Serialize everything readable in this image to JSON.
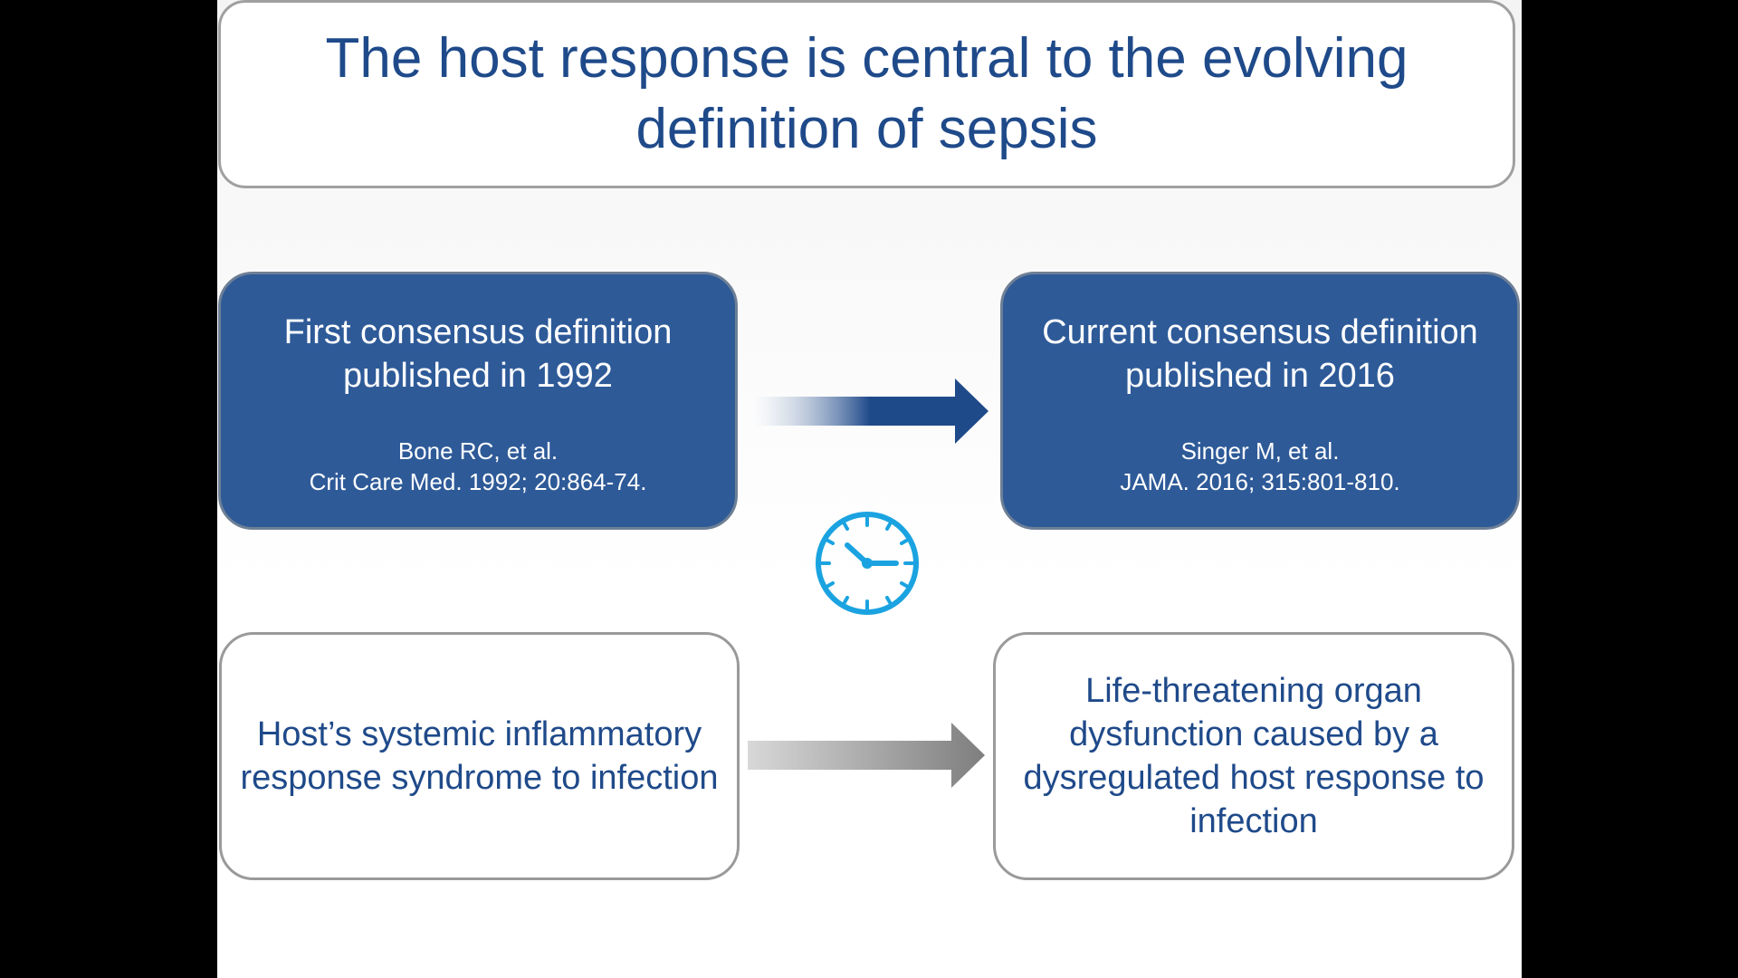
{
  "title": "The host response is central to the evolving definition of sepsis",
  "first_definition": {
    "heading": "First consensus definition published in 1992",
    "citation_line1": "Bone RC, et al.",
    "citation_line2": "Crit Care Med. 1992; 20:864-74.",
    "description": "Host’s systemic inflammatory response syndrome to infection"
  },
  "current_definition": {
    "heading": "Current consensus definition published in 2016",
    "citation_line1": "Singer M, et al.",
    "citation_line2": "JAMA. 2016; 315:801-810.",
    "description": "Life-threatening organ dysfunction caused by a dysregulated host response to infection"
  },
  "icons": {
    "timeline": "clock-icon",
    "top_arrow": "arrow-right-icon",
    "bottom_arrow": "arrow-right-icon"
  },
  "colors": {
    "primary_blue": "#2e5a98",
    "title_blue": "#1f4a8a",
    "clock_blue": "#1aa3e0",
    "arrow_gray": "#8a8a8a"
  }
}
